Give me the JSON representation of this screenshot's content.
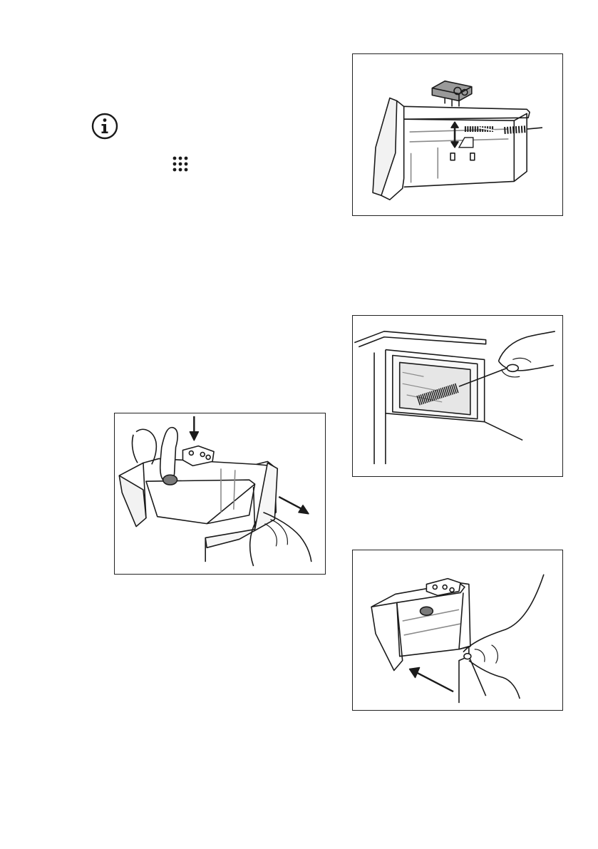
{
  "info_note": {
    "icon": "info-icon",
    "text": ""
  },
  "grid_icon": {
    "icon": "dot-grid-icon"
  },
  "figures": [
    {
      "id": "fig-siphon-cleaning",
      "depicts": "dispenser-insert-with-brush"
    },
    {
      "id": "fig-press-release",
      "depicts": "press-lever-pull-drawer"
    },
    {
      "id": "fig-recess-cleaning",
      "depicts": "brush-cleaning-recess"
    },
    {
      "id": "fig-insert-drawer",
      "depicts": "push-drawer-back"
    }
  ],
  "colors": {
    "line": "#1a1a1a",
    "frame": "#222222",
    "shade": "#8a8a8a"
  }
}
